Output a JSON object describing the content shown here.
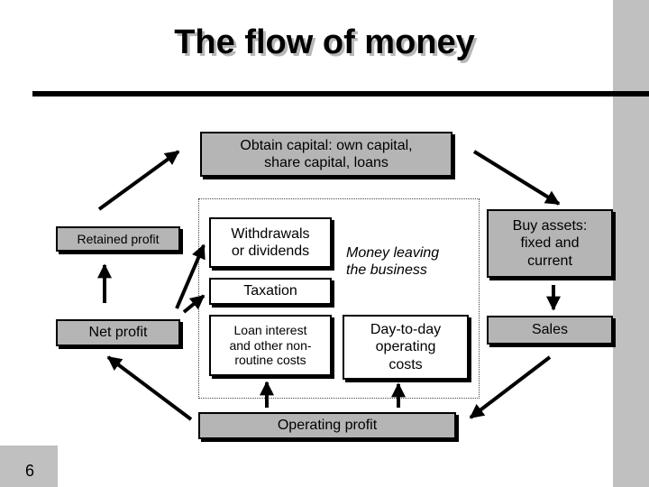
{
  "slide": {
    "title": "The flow of money",
    "page_number": "6"
  },
  "boxes": {
    "obtain_capital": {
      "line1": "Obtain capital: own capital,",
      "line2": "share capital, loans"
    },
    "retained_profit": "Retained profit",
    "net_profit": "Net profit",
    "withdrawals": {
      "line1": "Withdrawals",
      "line2": "or dividends"
    },
    "money_leaving": {
      "line1": "Money leaving",
      "line2": "the business"
    },
    "taxation": "Taxation",
    "loan_interest": {
      "line1": "Loan interest",
      "line2": "and other non-",
      "line3": "routine costs"
    },
    "day_to_day": {
      "line1": "Day-to-day",
      "line2": "operating",
      "line3": "costs"
    },
    "buy_assets": {
      "line1": "Buy assets:",
      "line2": "fixed and",
      "line3": "current"
    },
    "sales": "Sales",
    "operating_profit": "Operating profit"
  },
  "colors": {
    "box_gray": "#b5b5b5",
    "band_gray": "#c0c0c0",
    "arrow": "#000000"
  }
}
